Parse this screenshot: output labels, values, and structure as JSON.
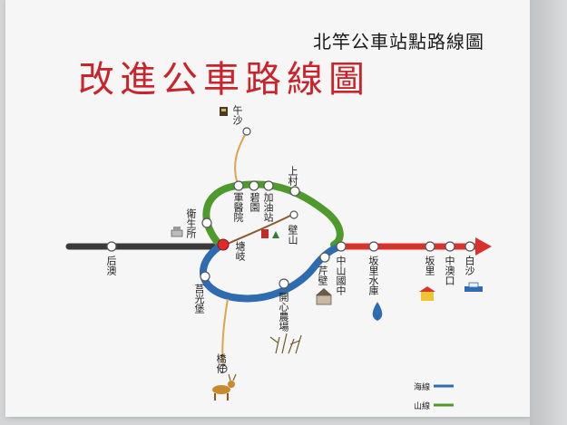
{
  "header": "北竿公車站點路線圖",
  "title": "改進公車路線圖",
  "stops": {
    "wusha": "午沙",
    "shangcun": "上村",
    "jiayouzhan": "加油站",
    "biyuan": "碧園",
    "junyiyuan": "軍醫院",
    "weishengsuo": "衛生所",
    "bishan": "壁山",
    "tangqi": "塘岐",
    "houao": "后澳",
    "zhongshanguozhong": "中山國中",
    "qinbi": "芹壁",
    "banlishuiku": "坂里水庫",
    "banli": "坂里",
    "zhongaokou": "中澳口",
    "baisha": "白沙",
    "kaixinnongchang": "開心農場",
    "mangguangbao": "莒光堡",
    "qiaozai": "橋仔"
  },
  "legend": {
    "sea_line": "海線",
    "mountain_line": "山線"
  },
  "colors": {
    "sea_line": "#2e6bb0",
    "mountain_line": "#4f9a2c",
    "main_line_west": "#3a3a3a",
    "main_line_east": "#d9322c",
    "branch": "#e0a24a",
    "title": "#c8242b"
  }
}
